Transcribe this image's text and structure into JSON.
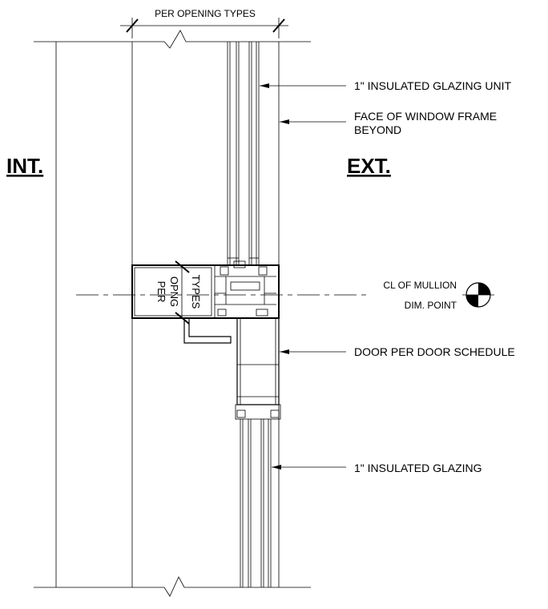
{
  "dimension": {
    "label": "PER OPENING TYPES"
  },
  "side_labels": {
    "interior": "INT.",
    "exterior": "EXT."
  },
  "callouts": {
    "glazing_unit": "1\" INSULATED GLAZING UNIT",
    "window_frame_line1": "FACE OF WINDOW FRAME",
    "window_frame_line2": "BEYOND",
    "mullion_line1": "CL OF MULLION",
    "mullion_line2": "DIM. POINT",
    "door": "DOOR PER DOOR SCHEDULE",
    "glazing": "1\" INSULATED GLAZING"
  },
  "rotated_note": {
    "line1": "PER",
    "line2": "OPNG",
    "line3": "TYPES"
  }
}
